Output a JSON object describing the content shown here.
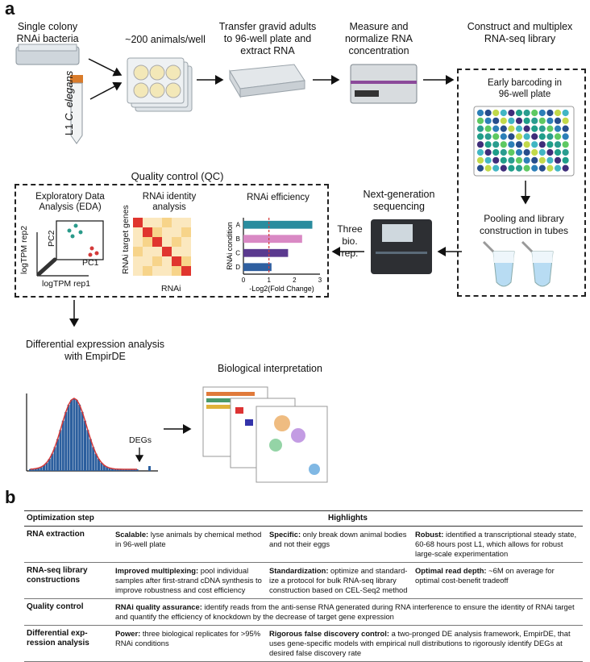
{
  "panel_a_label": "a",
  "panel_b_label": "b",
  "steps": {
    "bacteria": "Single colony RNAi bacteria",
    "animals": "~200 animals/well",
    "transfer": "Transfer gravid adults to 96-well plate and extract RNA",
    "measure": "Measure and normalize RNA concentration",
    "construct": "Construct and multiplex RNA-seq library",
    "barcoding": "Early barcoding in 96-well plate",
    "pooling": "Pooling and library construction in tubes",
    "ngs": "Next-generation sequencing",
    "bio_rep": "Three bio. rep.",
    "l1": "L1",
    "elegans": "C. elegans",
    "de": "Differential expression analysis with EmpirDE",
    "bio_interp": "Biological interpretation",
    "degs": "DEGs"
  },
  "qc": {
    "title": "Quality control (QC)",
    "eda": "Exploratory Data Analysis (EDA)",
    "pc1": "PC1",
    "pc2": "PC2",
    "logtpm1": "logTPM rep1",
    "logtpm2": "logTPM rep2",
    "identity": "RNAi identity analysis",
    "identity_y": "RNAi target genes",
    "identity_x": "RNAi",
    "efficiency": "RNAi efficiency"
  },
  "chart_data": {
    "type": "bar",
    "title": "RNAi efficiency",
    "categories": [
      "A",
      "B",
      "C",
      "D"
    ],
    "values": [
      2.7,
      2.3,
      1.75,
      1.1
    ],
    "colors": [
      "#2a8c9e",
      "#d989c4",
      "#5b3a8f",
      "#2f5fa0"
    ],
    "xlabel": "-Log2(Fold Change)",
    "ylabel": "RNAi condition",
    "xlim": [
      0,
      3
    ],
    "xticks": [
      "0",
      "1",
      "2",
      "3"
    ],
    "threshold": 1
  },
  "table": {
    "header_step": "Optimization step",
    "header_highlights": "Highlights",
    "rows": [
      {
        "step": "RNA extraction",
        "c1b": "Scalable:",
        "c1": " lyse animals by chemical method in 96-well plate",
        "c2b": "Specific:",
        "c2": " only break down animal bodies and not their eggs",
        "c3b": "Robust:",
        "c3": " identified a transcriptional steady state, 60-68 hours post L1, which allows for robust large-scale experimentation"
      },
      {
        "step": "RNA-seq library constructions",
        "c1b": "Improved multiplexing:",
        "c1": " pool individual samples after first-strand cDNA synthesis to improve robustness and cost efficiency",
        "c2b": "Standardization:",
        "c2": " optimize and standard-ize a protocol for bulk RNA-seq library construction based on CEL-Seq2 method",
        "c3b": "Optimal read depth:",
        "c3": " ~6M on average for optimal cost-benefit tradeoff"
      },
      {
        "step": "Quality control",
        "c1b": "RNAi quality assurance:",
        "c1": " identify reads from the anti-sense RNA generated during RNA interference to ensure the identity of RNAi target and quantify the efficiency of knockdown by the decrease of target gene expression"
      },
      {
        "step": "Differential exp-ression analysis",
        "c1b": "Power:",
        "c1": " three biological replicates for >95% RNAi conditions",
        "c2b": "Rigorous false discovery control:",
        "c2": " a two-pronged DE analysis framework, EmpirDE, that uses gene-specific models with empirical null distributions to rigorously identify DEGs at desired false discovery rate"
      }
    ]
  }
}
